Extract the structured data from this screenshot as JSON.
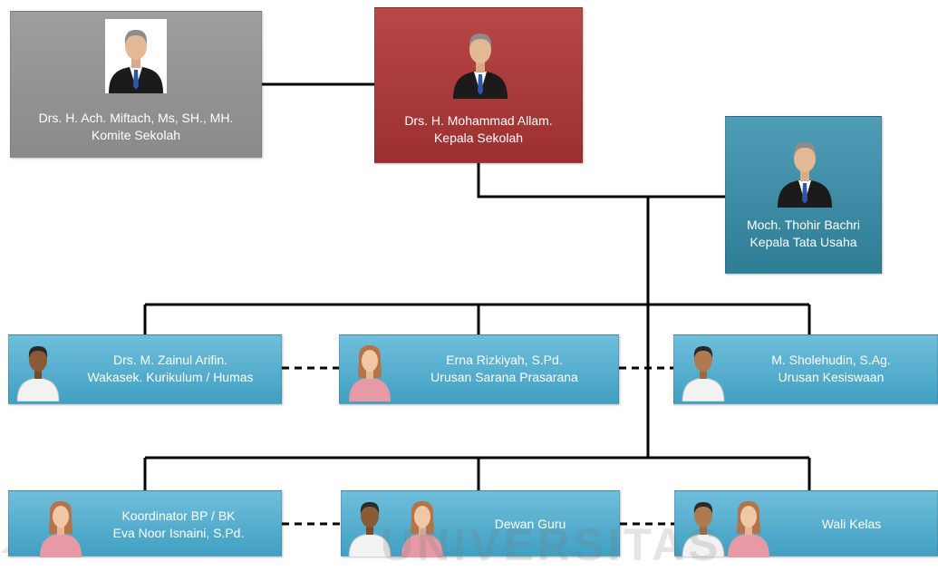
{
  "nodes": {
    "komite": {
      "name": "Drs. H. Ach. Miftach, Ms, SH., MH.",
      "role": "Komite Sekolah"
    },
    "kepala": {
      "name": "Drs. H. Mohammad Allam.",
      "role": "Kepala Sekolah"
    },
    "tata_usaha": {
      "name": "Moch. Thohir Bachri",
      "role": "Kepala Tata Usaha"
    },
    "kurikulum": {
      "name": "Drs. M. Zainul Arifin.",
      "role": "Wakasek. Kurikulum / Humas"
    },
    "sarana": {
      "name": "Erna Rizkiyah, S.Pd.",
      "role": "Urusan Sarana Prasarana"
    },
    "kesiswaan": {
      "name": "M. Sholehudin, S.Ag.",
      "role": "Urusan Kesiswaan"
    },
    "bpbk": {
      "name": "Koordinator BP / BK",
      "role": "Eva Noor Isnaini, S.Pd."
    },
    "dewan_guru": {
      "name": "Dewan Guru"
    },
    "wali_kelas": {
      "name": "Wali Kelas"
    }
  },
  "watermark": "UNIVERSITAS",
  "colors": {
    "grey": "#949494",
    "red": "#a93b3b",
    "teal": "#3a89a3",
    "light_blue": "#55aecf"
  }
}
